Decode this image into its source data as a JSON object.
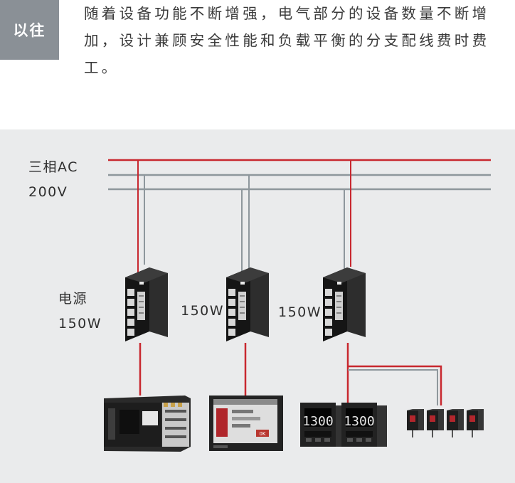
{
  "badge": "以往",
  "intro": "随着设备功能不断增强，电气部分的设备数量不断增加，设计兼顾安全性能和负载平衡的分支配线费时费工。",
  "diagram": {
    "supply_line1": "三相AC",
    "supply_line2": "200V",
    "psu_caption_line1": "电源",
    "psu_caption_line2": "150W",
    "psu2_label": "150W",
    "psu3_label": "150W",
    "hmi_button": "0K",
    "controller_display_1": "1300",
    "controller_display_2": "1300"
  },
  "colors": {
    "badge": "#8a9096",
    "background": "#eaebec",
    "red_line": "#c8282f",
    "gray_line": "#8e979c"
  }
}
